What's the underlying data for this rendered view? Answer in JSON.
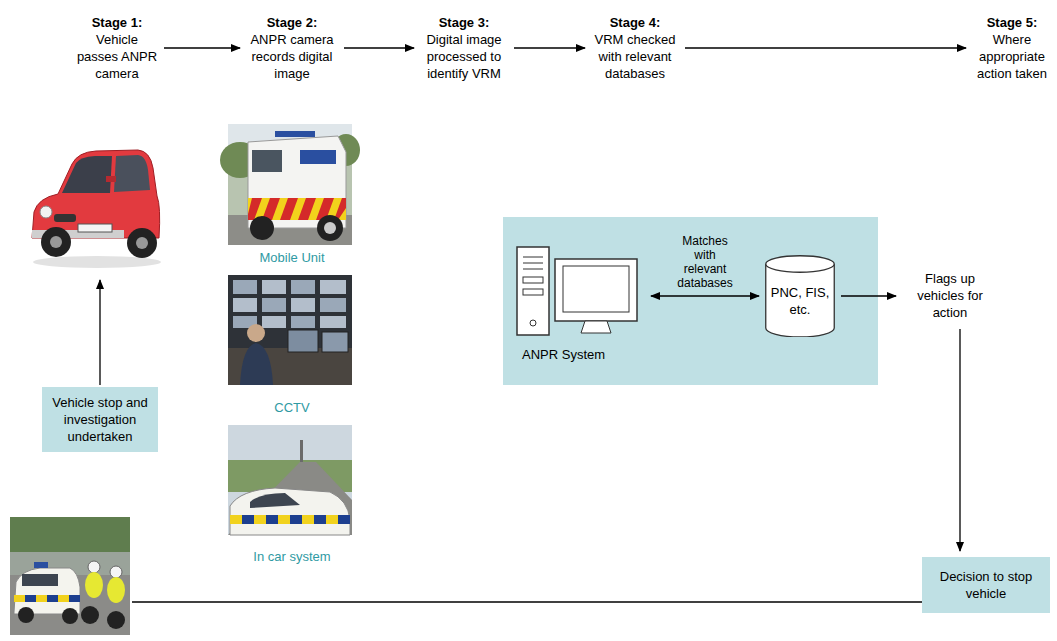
{
  "diagram": {
    "nodes": [
      {
        "text": [
          "Stage 1:",
          "Vehicle passes ANPR camera"
        ]
      },
      {
        "text": [
          "Stage 2:",
          "ANPR camera records digital image"
        ]
      },
      {
        "text": [
          "Stage 3:",
          "Digital image processed to identify VRM"
        ]
      },
      {
        "text": [
          "Stage 4:",
          "VRM checked with relevant databases"
        ]
      },
      {
        "text": [
          "Stage 5:",
          "Where appropriate action taken"
        ]
      },
      {
        "text": [
          "ANPR System"
        ]
      },
      {
        "text": [
          "PNC, FIS, etc."
        ]
      },
      {
        "text": [
          "Flags up vehicles for action"
        ]
      },
      {
        "text": [
          "Vehicle stop and investigation undertaken"
        ]
      },
      {
        "text": [
          "Decision to stop vehicle"
        ]
      }
    ],
    "edges": [
      {
        "from": 0,
        "to": 1,
        "arrow": "to"
      },
      {
        "from": 1,
        "to": 2,
        "arrow": "to"
      },
      {
        "from": 2,
        "to": 3,
        "arrow": "to"
      },
      {
        "from": 3,
        "to": 4,
        "arrow": "to"
      },
      {
        "from": 5,
        "to": 6,
        "label": "Matches with relevant databases",
        "arrow": "both"
      },
      {
        "from": 6,
        "to": 7,
        "arrow": "to"
      },
      {
        "from": 7,
        "to": 9,
        "arrow": "to"
      }
    ],
    "labels": [
      "Mobile Unit",
      "CCTV",
      "In car system"
    ]
  }
}
